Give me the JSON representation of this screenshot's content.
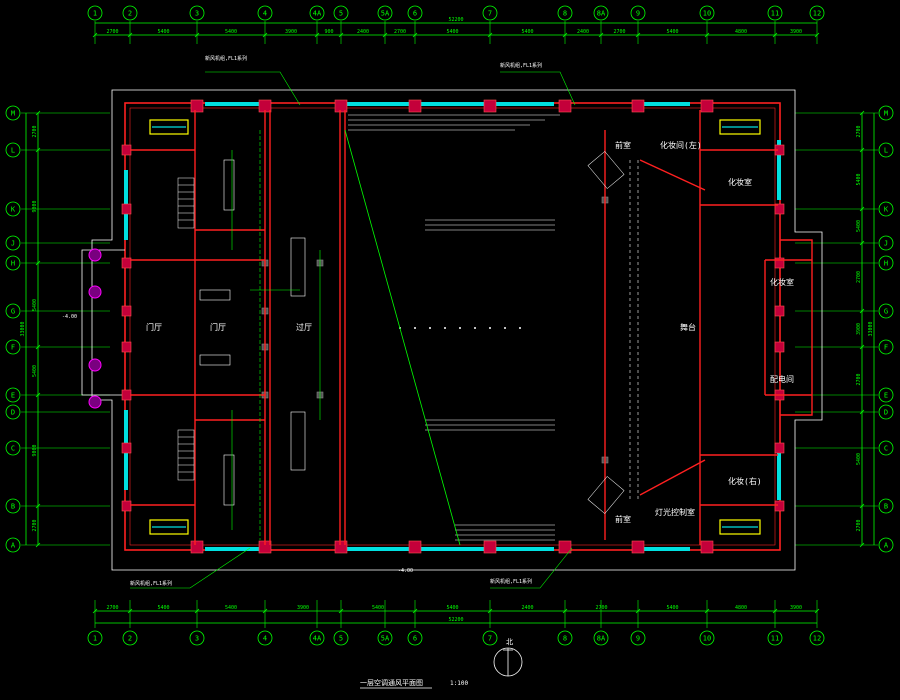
{
  "axes": {
    "columns": [
      "1",
      "2",
      "3",
      "4",
      "4A",
      "5",
      "5A",
      "6",
      "7",
      "8",
      "8A",
      "9",
      "10",
      "11",
      "12"
    ],
    "rows": [
      "M",
      "L",
      "K",
      "J",
      "H",
      "G",
      "F",
      "E",
      "D",
      "C",
      "B",
      "A"
    ]
  },
  "dimensions": {
    "top_segments": [
      "2700",
      "5400",
      "5400",
      "3900",
      "900",
      "2400",
      "2700",
      "5400",
      "5400",
      "2400",
      "2700",
      "5400",
      "4800",
      "3900"
    ],
    "top_total": "52200",
    "bottom_segments": [
      "2700",
      "5400",
      "5400",
      "3900",
      "5400",
      "5400",
      "2400",
      "2700",
      "5400",
      "4800",
      "3900"
    ],
    "bottom_total": "52200",
    "left_segments": [
      "2700",
      "9000",
      "5400",
      "5400",
      "9000",
      "2700"
    ],
    "left_total": "33000",
    "right_segments": [
      "2700",
      "5400",
      "5400",
      "2700",
      "3900",
      "2700",
      "5400",
      "2700"
    ],
    "right_total": "33000"
  },
  "room_labels": {
    "lobby": "门厅",
    "corridor": "过厅",
    "stage": "舞台",
    "side_room_1": "前室",
    "side_room_2": "前室",
    "changing_1": "化妆室",
    "changing_2": "化妆室",
    "makeup_upper": "化妆间(左)",
    "makeup_lower": "化妆(右)",
    "control": "灯光控制室",
    "equipment": "配电间"
  },
  "annotations": {
    "note_top_left": "新风机组,FL1系列",
    "note_top_right": "新风机组,FL1系列",
    "note_bottom_left": "新风机组,FL1系列",
    "note_bottom_right": "新风机组,FL1系列",
    "elev_left": "-4.00",
    "elev_bottom": "-4.00"
  },
  "drawing_title": "一层空调通风平面图",
  "scale": "1:100",
  "north_label": "北",
  "colors": {
    "background": "#000000",
    "axis": "#00ff00",
    "wall": "#ff2020",
    "column": "#d0003a",
    "glass": "#00e0e0",
    "duct": "#ffff00",
    "text": "#ffffff",
    "equipment": "#ff00ff"
  }
}
